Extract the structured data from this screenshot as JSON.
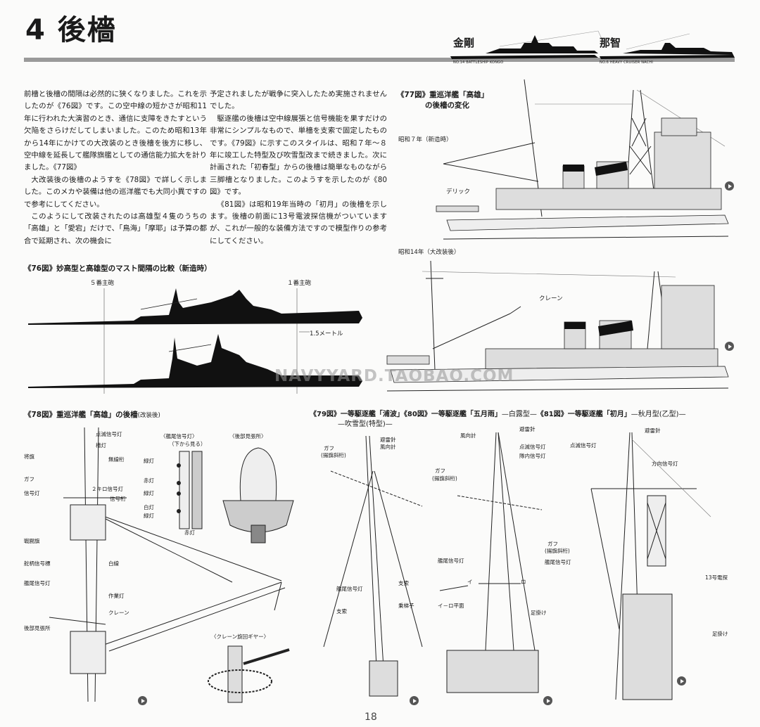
{
  "header": {
    "title": "4 後檣",
    "ship_left": {
      "name": "金剛",
      "sub": "NO.14 BATTLESHIP KONGO"
    },
    "ship_right": {
      "name": "那智",
      "sub": "NO.6 HEAVY CRUISER NACHI"
    }
  },
  "text": {
    "col1": [
      "前檣と後檣の間隔は必然的に狭くなりました。これを示したのが《76図》です。この空中線の短かさが昭和11年に行われた大演習のとき、通信に支障をきたすという欠陥をさらけだしてしまいました。このため昭和13年から14年にかけての大改装のとき後檣を後方に移し、空中線を延長して艦隊旗艦としての通信能力拡大を計りました。《77図》",
      "大改装後の後檣のようすを《78図》で詳しく示しました。このメカや装備は他の巡洋艦でも大同小異ですので参考にしてください。",
      "このようにして改装されたのは高雄型４隻のうちの「高雄」と「愛宕」だけで、「鳥海」「摩耶」は予算の都合で延期され、次の機会に"
    ],
    "col2": [
      "予定されましたが戦争に突入したため実施されませんでした。",
      "駆逐艦の後檣は空中線展張と信号機能を果すだけの非常にシンプルなもので、単檣を支索で固定したものです。《79図》に示すこのスタイルは、昭和７年～８年に竣工した特型及び吹雪型改まで続きました。次に計画された「初春型」からの後檣は簡単なものながら三脚檣となりました。このようすを示したのが《80図》です。",
      "《81図》は昭和19年当時の「初月」の後檣を示します。後檣の前面に13号電波探信機がついていますが、これが一般的な装備方法ですので模型作りの参考にしてください。"
    ]
  },
  "fig76": {
    "caption": "《76図》妙高型と高雄型のマスト間隔の比較（新造時）",
    "label_5": "５番主砲",
    "label_1": "１番主砲",
    "dist": "1.5メートル"
  },
  "fig77": {
    "caption1": "《77図》重巡洋艦「高雄」",
    "caption2": "の後檣の変化",
    "era1": "昭和７年（新造時）",
    "derrick": "デリック",
    "era2": "昭和14年（大改装後）",
    "crane": "クレーン"
  },
  "fig78": {
    "caption": "《78図》重巡洋艦「高雄」の後檣",
    "caption_small": "(改装後)",
    "labels": [
      "点滅信号灯",
      "檣灯",
      "無線桁",
      "将旗",
      "ガフ",
      "信号灯",
      "２キロ信号灯",
      "信号桁",
      "戦闘旗",
      "舵柄信号標",
      "白線",
      "艦尾信号灯",
      "作業灯",
      "クレーン",
      "後部見張所"
    ],
    "lamp_title": "〈艦尾信号灯〉",
    "lamp_sub": "（下から見る）",
    "lamp_labels": [
      "緑灯",
      "赤灯",
      "緑灯",
      "白灯",
      "緑灯",
      "赤灯"
    ],
    "lookout_title": "〈後部見張所〉",
    "gear_title": "〈クレーン旋回ギヤー〉"
  },
  "fig79_81": {
    "caption_a": "《79図》一等駆逐艦「浦波」",
    "caption_b": "《80図》一等駆逐艦「五月雨」",
    "caption_b2": "—白露型—",
    "caption_c": "《81図》一等駆逐艦「初月」",
    "caption_c2": "—秋月型(乙型)—",
    "caption_a2": "—吹雪型(特型)—",
    "labels79": [
      "避雷針",
      "風向計",
      "ガフ",
      "(揚旗斜桁)",
      "艦尾信号灯",
      "支索",
      "乗梯子",
      "支索"
    ],
    "labels80": [
      "風向計",
      "避雷針",
      "点滅信号灯",
      "隊内信号灯",
      "ガフ",
      "(揚旗斜桁)",
      "艦尾信号灯",
      "イ",
      "ロ",
      "イ－ロ平面",
      "足掛け"
    ],
    "labels81": [
      "避雷針",
      "点滅信号灯",
      "方向信号灯",
      "ガフ",
      "(揚旗斜桁)",
      "艦尾信号灯",
      "13号電探",
      "足掛け"
    ]
  },
  "watermark": "NAVYYARD.TAOBAO.COM",
  "page_number": "18",
  "icons": [
    "next-arrow-icon"
  ]
}
